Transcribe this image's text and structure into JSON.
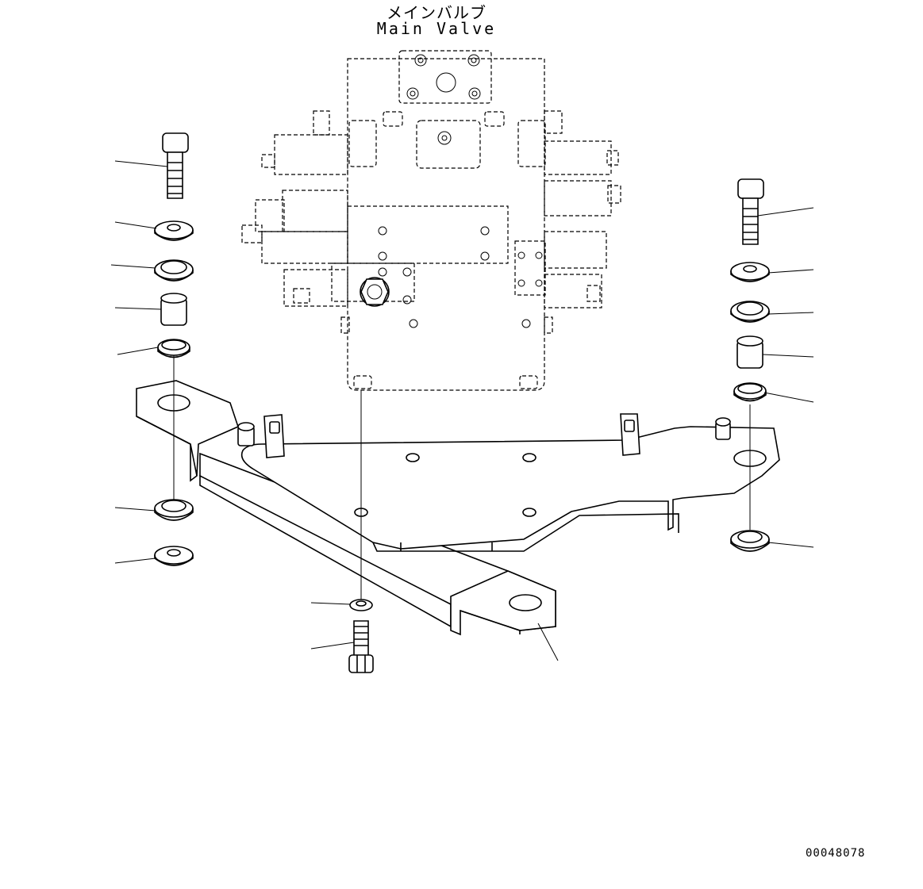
{
  "labels": {
    "title_jp": "メインバルブ",
    "title_en": "Main Valve",
    "drawing_number": "00048078"
  }
}
